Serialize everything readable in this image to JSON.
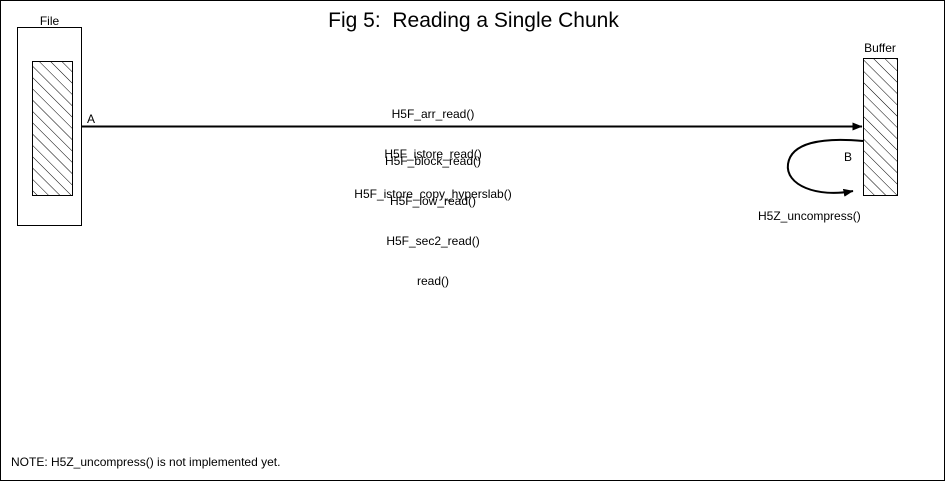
{
  "figure": {
    "title": "Fig 5:  Reading a Single Chunk",
    "note": "NOTE: H5Z_uncompress() is not implemented yet."
  },
  "nodes": {
    "file": {
      "label": "File",
      "fill": "hatch"
    },
    "buffer": {
      "label": "Buffer",
      "fill": "hatch"
    }
  },
  "edges": {
    "transfer": {
      "endpoint_label": "A",
      "calls_above_line": [
        "H5F_arr_read()",
        "H5F_istore_read()",
        "H5F_istore_copy_hyperslab()"
      ],
      "calls_below_line": [
        "H5F_block_read()",
        "H5F_low_read()",
        "H5F_sec2_read()",
        "read()"
      ]
    },
    "selfloop": {
      "endpoint_label": "B",
      "label": "H5Z_uncompress()"
    }
  },
  "colors": {
    "ink": "#000000",
    "paper": "#ffffff"
  }
}
